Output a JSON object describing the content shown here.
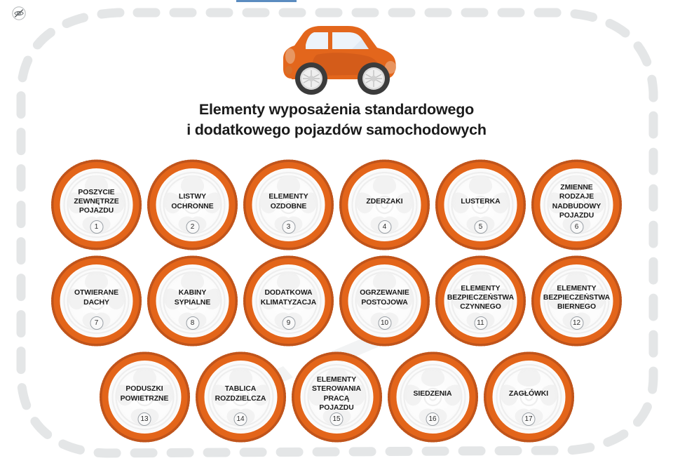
{
  "slide": {
    "tab_indicator_color": "#5b8cc0",
    "corner_icon": "eye-off-icon",
    "background_color": "#ffffff",
    "accent_color": "#E3651A",
    "road_color": "#e3e5e6",
    "title_color": "#1b1b1b"
  },
  "illustration": {
    "name": "orange-city-car-icon",
    "body_color": "#E3661C",
    "body_shade_color": "#C9531A",
    "window_color": "#EDF3FA",
    "tire_color": "#3b3b3b",
    "rim_color": "#D8D8D8"
  },
  "title": {
    "line1": "Elementy wyposażenia standardowego",
    "line2": "i dodatkowego pojazdów samochodowych"
  },
  "rows": [
    {
      "items": [
        {
          "number": "1",
          "label": "POSZYCIE\nZEWNĘTRZE\nPOJAZDU"
        },
        {
          "number": "2",
          "label": "LISTWY\nOCHRONNE"
        },
        {
          "number": "3",
          "label": "ELEMENTY\nOZDOBNE"
        },
        {
          "number": "4",
          "label": "ZDERZAKI"
        },
        {
          "number": "5",
          "label": "LUSTERKA"
        },
        {
          "number": "6",
          "label": "ZMIENNE\nRODZAJE\nNADBUDOWY\nPOJAZDU"
        }
      ]
    },
    {
      "items": [
        {
          "number": "7",
          "label": "OTWIERANE\nDACHY"
        },
        {
          "number": "8",
          "label": "KABINY\nSYPIALNE"
        },
        {
          "number": "9",
          "label": "DODATKOWA\nKLIMATYZACJA"
        },
        {
          "number": "10",
          "label": "OGRZEWANIE\nPOSTOJOWA"
        },
        {
          "number": "11",
          "label": "ELEMENTY\nBEZPIECZEŃSTWA\nCZYNNEGO"
        },
        {
          "number": "12",
          "label": "ELEMENTY\nBEZPIECZEŃSTWA\nBIERNEGO"
        }
      ]
    },
    {
      "items": [
        {
          "number": "13",
          "label": "PODUSZKI\nPOWIETRZNE"
        },
        {
          "number": "14",
          "label": "TABLICA\nROZDZIELCZA"
        },
        {
          "number": "15",
          "label": "ELEMENTY\nSTEROWANIA\nPRACĄ\nPOJAZDU"
        },
        {
          "number": "16",
          "label": "SIEDZENIA"
        },
        {
          "number": "17",
          "label": "ZAGŁÓWKI"
        }
      ]
    }
  ]
}
